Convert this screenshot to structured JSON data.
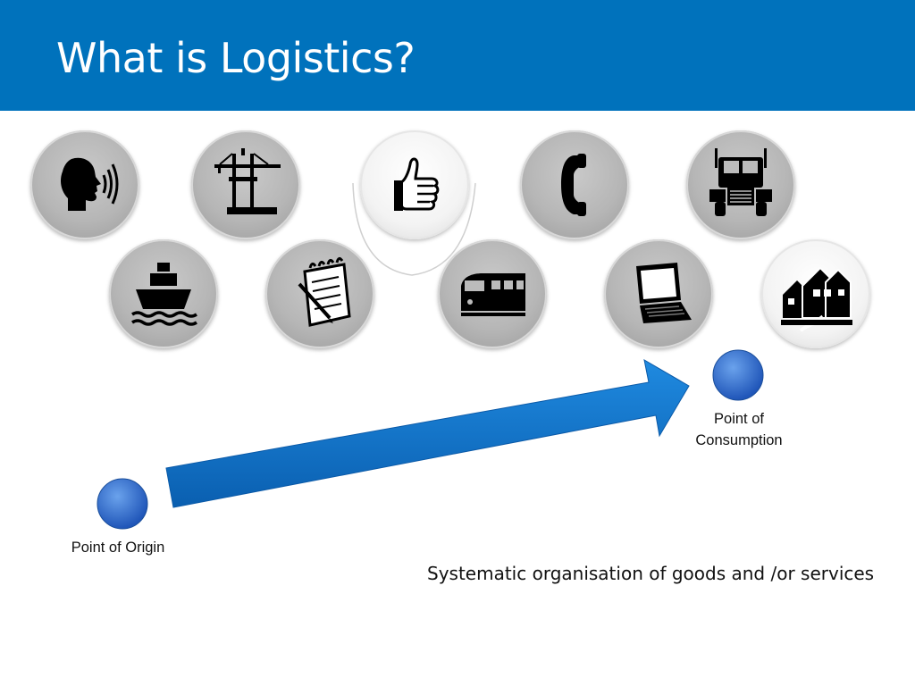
{
  "slide": {
    "title": "What is Logistics?",
    "accent_color": "#0072bc",
    "node_color": "#2f6fcf"
  },
  "icons": {
    "row1": [
      "speaking-head-icon",
      "port-crane-icon",
      "thumbs-up-icon",
      "telephone-icon",
      "truck-icon"
    ],
    "row2": [
      "cargo-ship-icon",
      "notepad-icon",
      "train-icon",
      "laptop-icon",
      "houses-icon"
    ]
  },
  "flow": {
    "origin_label": "Point of Origin",
    "consumption_label_line1": "Point of",
    "consumption_label_line2": "Consumption",
    "arrow_direction": "origin-to-consumption"
  },
  "caption": "Systematic organisation of goods and /or services"
}
